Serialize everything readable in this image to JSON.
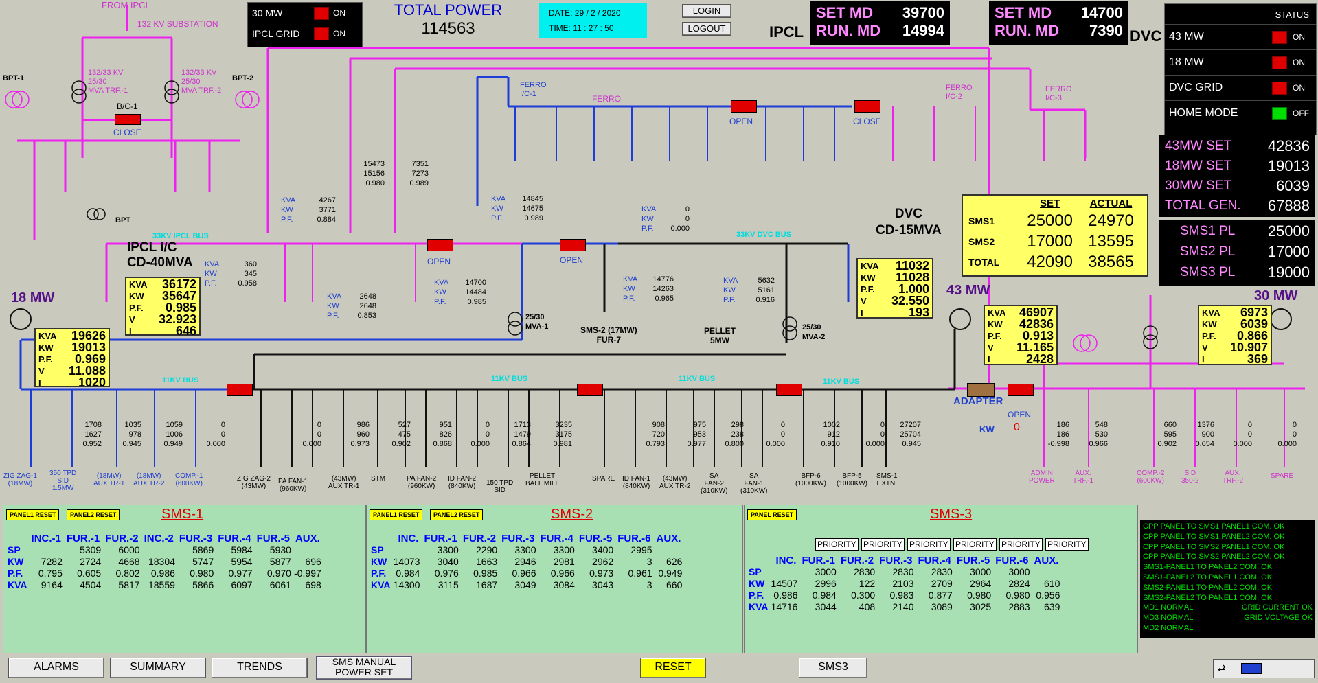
{
  "header": {
    "total_power_label": "TOTAL POWER",
    "total_power_value": "114563",
    "date_label": "DATE: 29 /  2  /  2020",
    "time_label": "TIME: 11 : 27 : 50",
    "login": "LOGIN",
    "logout": "LOGOUT",
    "from_ipcl": "FROM IPCL",
    "substation": "132 KV SUBSTATION",
    "ipcl": "IPCL",
    "dvc": "DVC"
  },
  "top_left_status": [
    {
      "label": "30 MW",
      "state": "ON"
    },
    {
      "label": "IPCL GRID",
      "state": "ON"
    }
  ],
  "ipcl_md": {
    "set_label": "SET MD",
    "set": "39700",
    "run_label": "RUN. MD",
    "run": "14994"
  },
  "dvc_md": {
    "set_label": "SET MD",
    "set": "14700",
    "run_label": "RUN. MD",
    "run": "7390"
  },
  "status_panel": {
    "title": "STATUS",
    "items": [
      {
        "label": "43 MW",
        "state": "ON"
      },
      {
        "label": "18 MW",
        "state": "ON"
      },
      {
        "label": "DVC GRID",
        "state": "ON"
      },
      {
        "label": "HOME MODE",
        "state": "OFF"
      }
    ],
    "sets": [
      {
        "label": "43MW SET",
        "value": "42836"
      },
      {
        "label": "18MW SET",
        "value": "19013"
      },
      {
        "label": "30MW SET",
        "value": "6039"
      },
      {
        "label": "TOTAL GEN.",
        "value": "67888"
      }
    ],
    "pl": [
      {
        "label": "SMS1 PL",
        "value": "25000"
      },
      {
        "label": "SMS2 PL",
        "value": "17000"
      },
      {
        "label": "SMS3 PL",
        "value": "19000"
      }
    ]
  },
  "sms_table": {
    "col_set": "SET",
    "col_actual": "ACTUAL",
    "rows": [
      {
        "label": "SMS1",
        "set": "25000",
        "actual": "24970"
      },
      {
        "label": "SMS2",
        "set": "17000",
        "actual": "13595"
      },
      {
        "label": "TOTAL",
        "set": "42090",
        "actual": "38565"
      }
    ]
  },
  "gen_boxes": {
    "ipcl_ic": {
      "title1": "IPCL I/C",
      "title2": "CD-40MVA",
      "KVA": "36172",
      "KW": "35647",
      "PF": "0.985",
      "V": "32.923",
      "I": "646"
    },
    "g18": {
      "title": "18 MW",
      "KVA": "19626",
      "KW": "19013",
      "PF": "0.969",
      "V": "11.088",
      "I": "1020"
    },
    "dvc_cd": {
      "title1": "DVC",
      "title2": "CD-15MVA",
      "KVA": "11032",
      "KW": "11028",
      "PF": "1.000",
      "V": "32.550",
      "I": "193"
    },
    "g43": {
      "title": "43 MW",
      "KVA": "46907",
      "KW": "42836",
      "PF": "0.913",
      "V": "11.165",
      "I": "2428"
    },
    "g30": {
      "title": "30 MW",
      "KVA": "6973",
      "KW": "6039",
      "PF": "0.866",
      "V": "10.907",
      "I": "369"
    }
  },
  "diagram_labels": {
    "bpt1": "BPT-1",
    "bpt2": "BPT-2",
    "bpt": "BPT",
    "trf1": "132/33 KV\n25/30\nMVA TRF.-1",
    "trf2": "132/33 KV\n25/30\nMVA TRF.-2",
    "bc1_top": "B/C-1",
    "close": "CLOSE",
    "bus_33_ipcl": "33KV IPCL BUS",
    "bus_33_dvc": "33KV DVC BUS",
    "bus_11": "11KV BUS",
    "ferro_ic1": "FERRO\nI/C-1",
    "ferro": "FERRO",
    "ferro_ic2": "FERRO\nI/C-2",
    "ferro_ic3": "FERRO\nI/C-3",
    "open": "OPEN",
    "spare": "SPARE",
    "sms2_fur7": "SMS-2 (17MW)\nFUR-7",
    "pellet_5mw": "PELLET\n5MW",
    "adapter": "ADAPTER",
    "kw_label": "KW",
    "kw_zero": "0",
    "mva1": "25/30\nMVA-1",
    "mva2": "25/30\nMVA-2"
  },
  "meters_33kv": [
    {
      "KVA": "4267",
      "KW": "3771",
      "PF": "0.884"
    },
    {
      "KVA": "360",
      "KW": "345",
      "PF": "0.958"
    },
    {
      "KVA": "2648",
      "KW": "2648",
      "PF": "0.853"
    },
    {
      "a": "15473",
      "b": "15156",
      "c": "0.980"
    },
    {
      "a": "7351",
      "b": "7273",
      "c": "0.989"
    },
    {
      "KVA": "14845",
      "KW": "14675",
      "PF": "0.989"
    },
    {
      "KVA": "14700",
      "KW": "14484",
      "PF": "0.985"
    },
    {
      "KVA": "14776",
      "KW": "14263",
      "PF": "0.965"
    },
    {
      "KVA": "0",
      "KW": "0",
      "PF": "0.000"
    },
    {
      "KVA": "5632",
      "KW": "5161",
      "PF": "0.916"
    }
  ],
  "feeders_11kv": [
    {
      "v": [
        "1708",
        "1627",
        "0.952"
      ]
    },
    {
      "v": [
        "1035",
        "978",
        "0.945"
      ]
    },
    {
      "v": [
        "1059",
        "1006",
        "0.949"
      ]
    },
    {
      "v": [
        "0",
        "0",
        "0.000"
      ]
    },
    {
      "v": [
        "0",
        "0",
        "0.000"
      ]
    },
    {
      "v": [
        "986",
        "960",
        "0.973"
      ]
    },
    {
      "v": [
        "527",
        "475",
        "0.902"
      ]
    },
    {
      "v": [
        "951",
        "826",
        "0.868"
      ]
    },
    {
      "v": [
        "0",
        "0",
        "0.000"
      ]
    },
    {
      "v": [
        "1713",
        "1479",
        "0.864"
      ]
    },
    {
      "v": [
        "3235",
        "3175",
        "0.981"
      ]
    },
    {
      "v": [
        "908",
        "720",
        "0.793"
      ]
    },
    {
      "v": [
        "975",
        "953",
        "0.977"
      ]
    },
    {
      "v": [
        "298",
        "238",
        "0.800"
      ]
    },
    {
      "v": [
        "0",
        "0",
        "0.000"
      ]
    },
    {
      "v": [
        "1002",
        "912",
        "0.910"
      ]
    },
    {
      "v": [
        "0",
        "0",
        "0.000"
      ]
    },
    {
      "v": [
        "27207",
        "25704",
        "0.945"
      ]
    },
    {
      "v": [
        "186",
        "186",
        "-0.998"
      ]
    },
    {
      "v": [
        "548",
        "530",
        "0.966"
      ]
    },
    {
      "v": [
        "660",
        "595",
        "0.902"
      ]
    },
    {
      "v": [
        "1376",
        "900",
        "0.654"
      ]
    },
    {
      "v": [
        "0",
        "0",
        "0.000"
      ]
    },
    {
      "v": [
        "0",
        "0",
        "0.000"
      ]
    }
  ],
  "feeder_names": [
    "ZIG ZAG-1\n(18MW)",
    "350 TPD\nSID\n1.5MW",
    "(18MW)\nAUX TR-1",
    "(18MW)\nAUX TR-2",
    "COMP.-1\n(600KW)",
    "ZIG ZAG-2\n(43MW)",
    "PA FAN-1\n(960KW)",
    "(43MW)\nAUX TR-1",
    "STM",
    "PA FAN-2\n(960KW)",
    "ID FAN-2\n(840KW)",
    "150 TPD\nSID",
    "PELLET\nBALL MILL",
    "SPARE",
    "ID FAN-1\n(840KW)",
    "(43MW)\nAUX TR-2",
    "SA\nFAN-2\n(310KW)",
    "SA\nFAN-1\n(310KW)",
    "BFP-6\n(1000KW)",
    "BFP-5\n(1000KW)",
    "SMS-1\nEXTN.",
    "ADMIN\nPOWER",
    "AUX.\nTRF.-1",
    "COMP.-2\n(600KW)",
    "SID\n350-2",
    "AUX.\nTRF.-2",
    "SPARE"
  ],
  "sms1": {
    "title": "SMS-1",
    "btn1": "PANEL1 RESET",
    "btn2": "PANEL2 RESET",
    "cols": [
      "INC.-1",
      "FUR.-1",
      "FUR.-2",
      "INC.-2",
      "FUR.-3",
      "FUR.-4",
      "FUR.-5",
      "AUX."
    ],
    "rows": [
      {
        "label": "SP",
        "v": [
          "",
          "5309",
          "6000",
          "",
          "5869",
          "5984",
          "5930",
          ""
        ]
      },
      {
        "label": "KW",
        "v": [
          "7282",
          "2724",
          "4668",
          "18304",
          "5747",
          "5954",
          "5877",
          "696"
        ]
      },
      {
        "label": "P.F.",
        "v": [
          "0.795",
          "0.605",
          "0.802",
          "0.986",
          "0.980",
          "0.977",
          "0.970",
          "-0.997"
        ]
      },
      {
        "label": "KVA",
        "v": [
          "9164",
          "4504",
          "5817",
          "18559",
          "5866",
          "6097",
          "6061",
          "698"
        ]
      }
    ]
  },
  "sms2": {
    "title": "SMS-2",
    "btn1": "PANEL1 RESET",
    "btn2": "PANEL2 RESET",
    "cols": [
      "INC.",
      "FUR.-1",
      "FUR.-2",
      "FUR.-3",
      "FUR.-4",
      "FUR.-5",
      "FUR.-6",
      "AUX."
    ],
    "rows": [
      {
        "label": "SP",
        "v": [
          "",
          "3300",
          "2290",
          "3300",
          "3300",
          "3400",
          "2995",
          ""
        ]
      },
      {
        "label": "KW",
        "v": [
          "14073",
          "3040",
          "1663",
          "2946",
          "2981",
          "2962",
          "3",
          "626"
        ]
      },
      {
        "label": "P.F.",
        "v": [
          "0.984",
          "0.976",
          "0.985",
          "0.966",
          "0.966",
          "0.973",
          "0.961",
          "0.949"
        ]
      },
      {
        "label": "KVA",
        "v": [
          "14300",
          "3115",
          "1687",
          "3049",
          "3084",
          "3043",
          "3",
          "660"
        ]
      }
    ]
  },
  "sms3": {
    "title": "SMS-3",
    "btn1": "PANEL RESET",
    "priority": "PRIORITY",
    "cols": [
      "INC.",
      "FUR.-1",
      "FUR.-2",
      "FUR.-3",
      "FUR.-4",
      "FUR.-5",
      "FUR.-6",
      "AUX."
    ],
    "rows": [
      {
        "label": "SP",
        "v": [
          "",
          "3000",
          "2830",
          "2830",
          "2830",
          "3000",
          "3000",
          ""
        ]
      },
      {
        "label": "KW",
        "v": [
          "14507",
          "2996",
          "122",
          "2103",
          "2709",
          "2964",
          "2824",
          "610"
        ]
      },
      {
        "label": "P.F.",
        "v": [
          "0.986",
          "0.984",
          "0.300",
          "0.983",
          "0.877",
          "0.980",
          "0.980",
          "0.956"
        ]
      },
      {
        "label": "KVA",
        "v": [
          "14716",
          "3044",
          "408",
          "2140",
          "3089",
          "3025",
          "2883",
          "639"
        ]
      }
    ]
  },
  "comm_log": [
    "CPP PANEL TO SMS1 PANEL1 COM. OK",
    "CPP PANEL TO SMS1 PANEL2 COM. OK",
    "CPP PANEL TO SMS2 PANEL1 COM. OK",
    "CPP PANEL TO SMS2 PANEL2 COM. OK",
    "SMS1-PANEL1 TO PANEL2 COM. OK",
    "SMS1-PANEL2 TO PANEL1 COM. OK",
    "SMS2-PANEL1 TO PANEL2 COM. OK",
    "SMS2-PANEL2 TO PANEL1 COM. OK"
  ],
  "comm_status": {
    "md1": "MD1 NORMAL",
    "md3": "MD3 NORMAL",
    "md2": "MD2 NORMAL",
    "grid_current": "GRID CURRENT OK",
    "grid_voltage": "GRID VOLTAGE OK"
  },
  "footer": {
    "alarms": "ALARMS",
    "summary": "SUMMARY",
    "trends": "TRENDS",
    "sms_manual": "SMS MANUAL\nPOWER SET",
    "reset": "RESET",
    "sms3": "SMS3"
  },
  "colors": {
    "bus_pink": "#ee22ee",
    "bus_blue": "#1e3cd8",
    "black_line": "#111111",
    "breaker_red": "#e00000",
    "yellow": "#ffff66",
    "panel_green": "#a8e0b4"
  }
}
